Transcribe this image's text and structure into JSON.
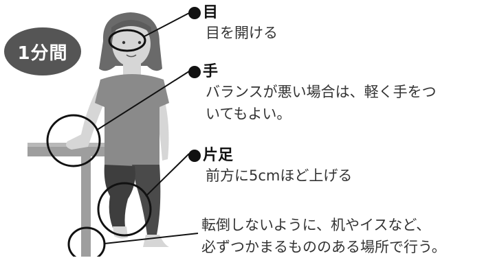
{
  "badge": {
    "text": "1分間"
  },
  "labels": {
    "eye": {
      "title": "目",
      "desc": "目を開ける"
    },
    "hand": {
      "title": "手",
      "desc_line1": "バランスが悪い場合は、軽く手をつ",
      "desc_line2": "いてもよい。"
    },
    "foot": {
      "title": "片足",
      "desc": "前方に5cmほど上げる"
    }
  },
  "note": {
    "line1": "転倒しないように、机やイスなど、",
    "line2": "必ずつかまるもののある場所で行う。"
  },
  "colors": {
    "badge_bg": "#555555",
    "shirt": "#8a8a8a",
    "pants": "#4a4a4a",
    "skin": "#d6d6d6",
    "hair": "#6a6a6a",
    "table": "#9e9e9e",
    "ink": "#111111"
  },
  "icons": [
    "eye-focus-circle",
    "hand-focus-circle",
    "foot-focus-circle",
    "floor-focus-circle"
  ]
}
